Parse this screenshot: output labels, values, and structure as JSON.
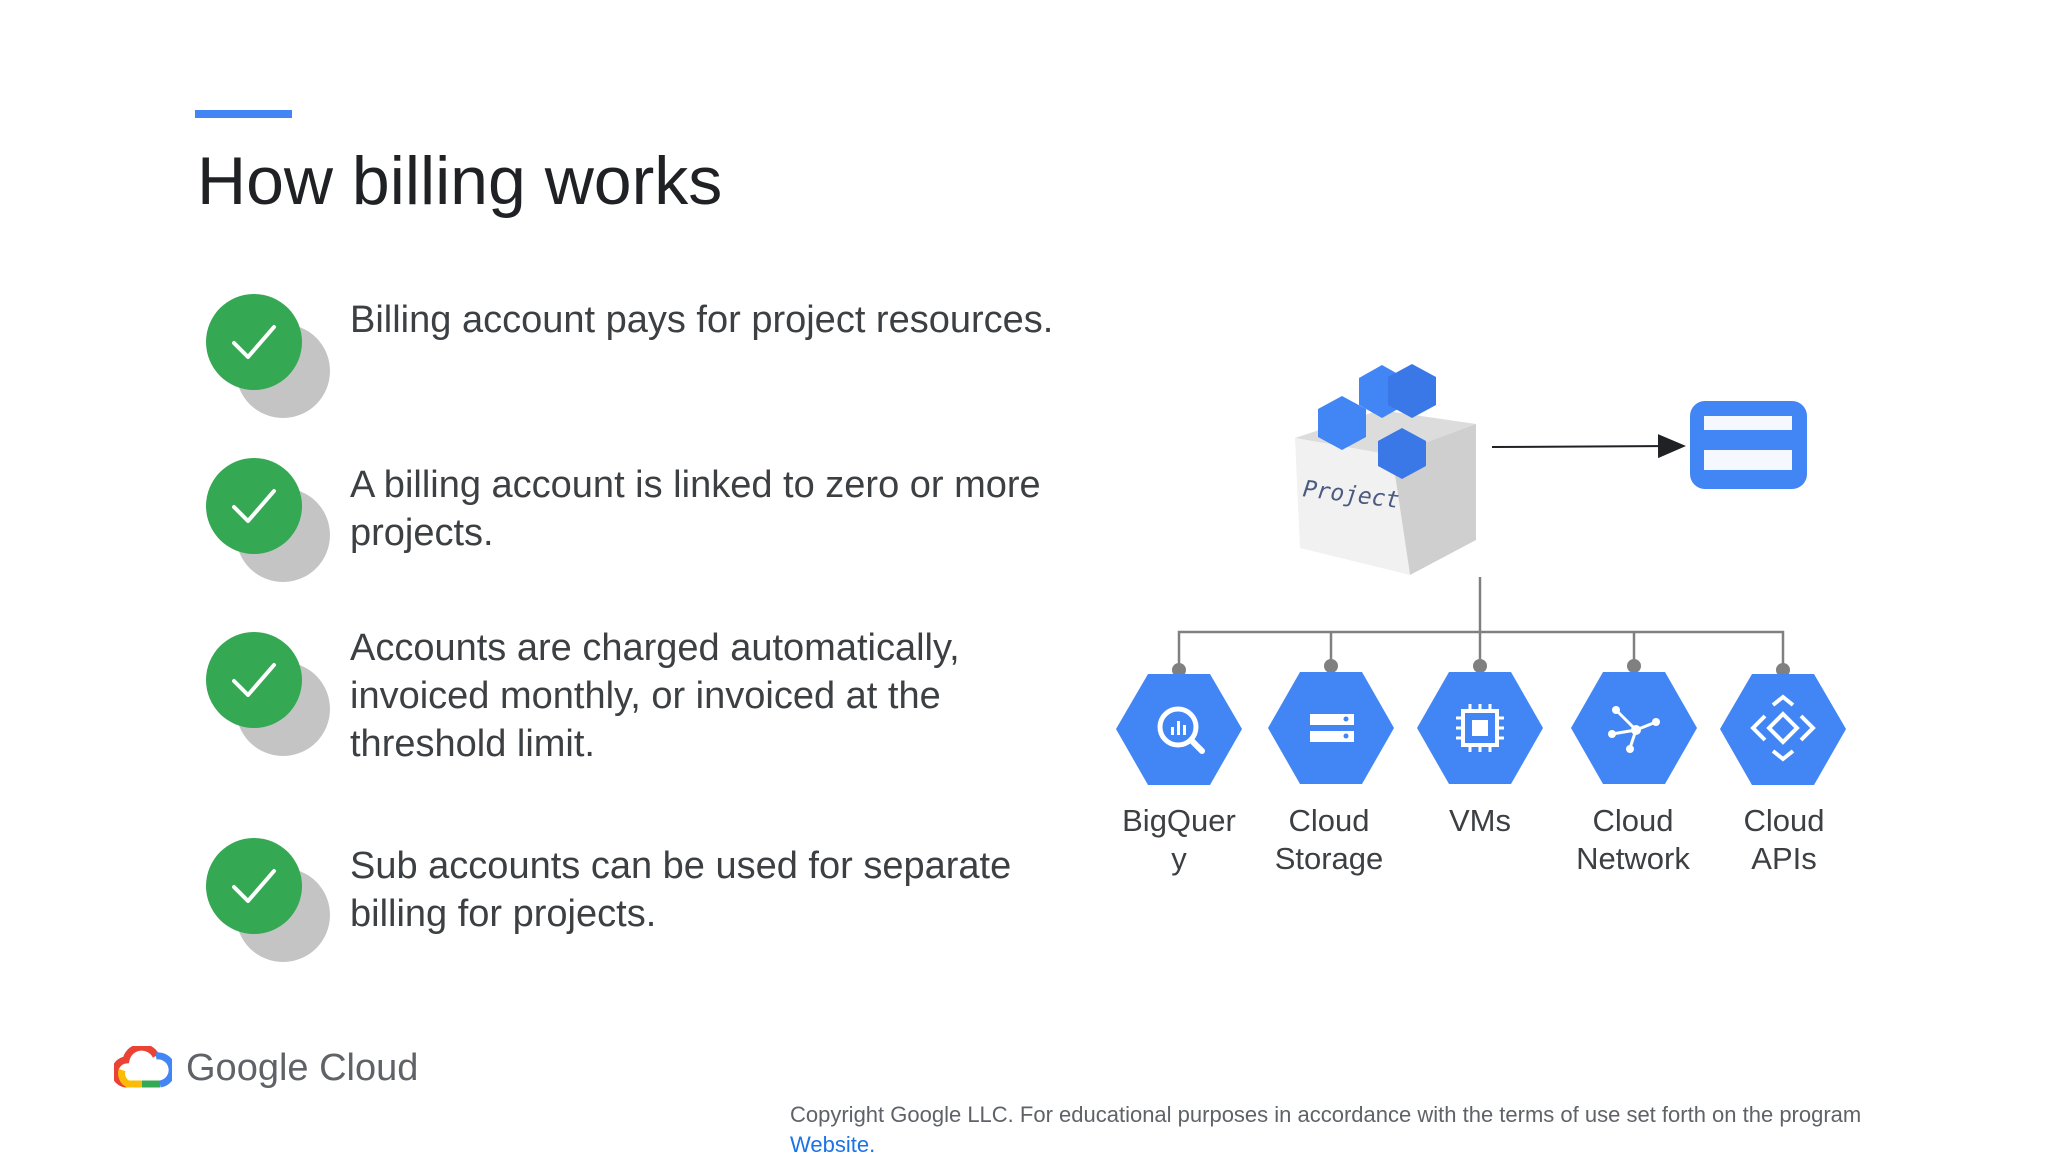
{
  "slide": {
    "title": "How billing works",
    "accent_color": "#4285f4"
  },
  "bullets": [
    {
      "text": "Billing account pays for project resources.",
      "icon": "check-icon"
    },
    {
      "text": "A billing account is linked to zero or more projects.",
      "icon": "check-icon"
    },
    {
      "text": "Accounts are charged automatically, invoiced monthly, or invoiced at the threshold limit.",
      "icon": "check-icon"
    },
    {
      "text": "Sub accounts can be used for separate billing for projects.",
      "icon": "check-icon"
    }
  ],
  "diagram": {
    "project_label": "Project",
    "project_icon": "project-box-icon",
    "billing_icon": "credit-card-icon",
    "services": [
      {
        "label_line1": "BigQuer",
        "label_line2": "y",
        "icon": "bigquery-icon"
      },
      {
        "label_line1": "Cloud",
        "label_line2": "Storage",
        "icon": "cloud-storage-icon"
      },
      {
        "label_line1": "VMs",
        "label_line2": "",
        "icon": "vm-chip-icon"
      },
      {
        "label_line1": "Cloud",
        "label_line2": "Network",
        "icon": "cloud-network-icon"
      },
      {
        "label_line1": "Cloud",
        "label_line2": "APIs",
        "icon": "cloud-apis-icon"
      }
    ],
    "hex_color": "#4285f4",
    "connector_color": "#808080"
  },
  "footer": {
    "logo_text": "Google Cloud",
    "copyright_text": "Copyright Google LLC. For educational purposes in accordance with the terms of use set forth on the program",
    "copyright_link": "Website."
  }
}
